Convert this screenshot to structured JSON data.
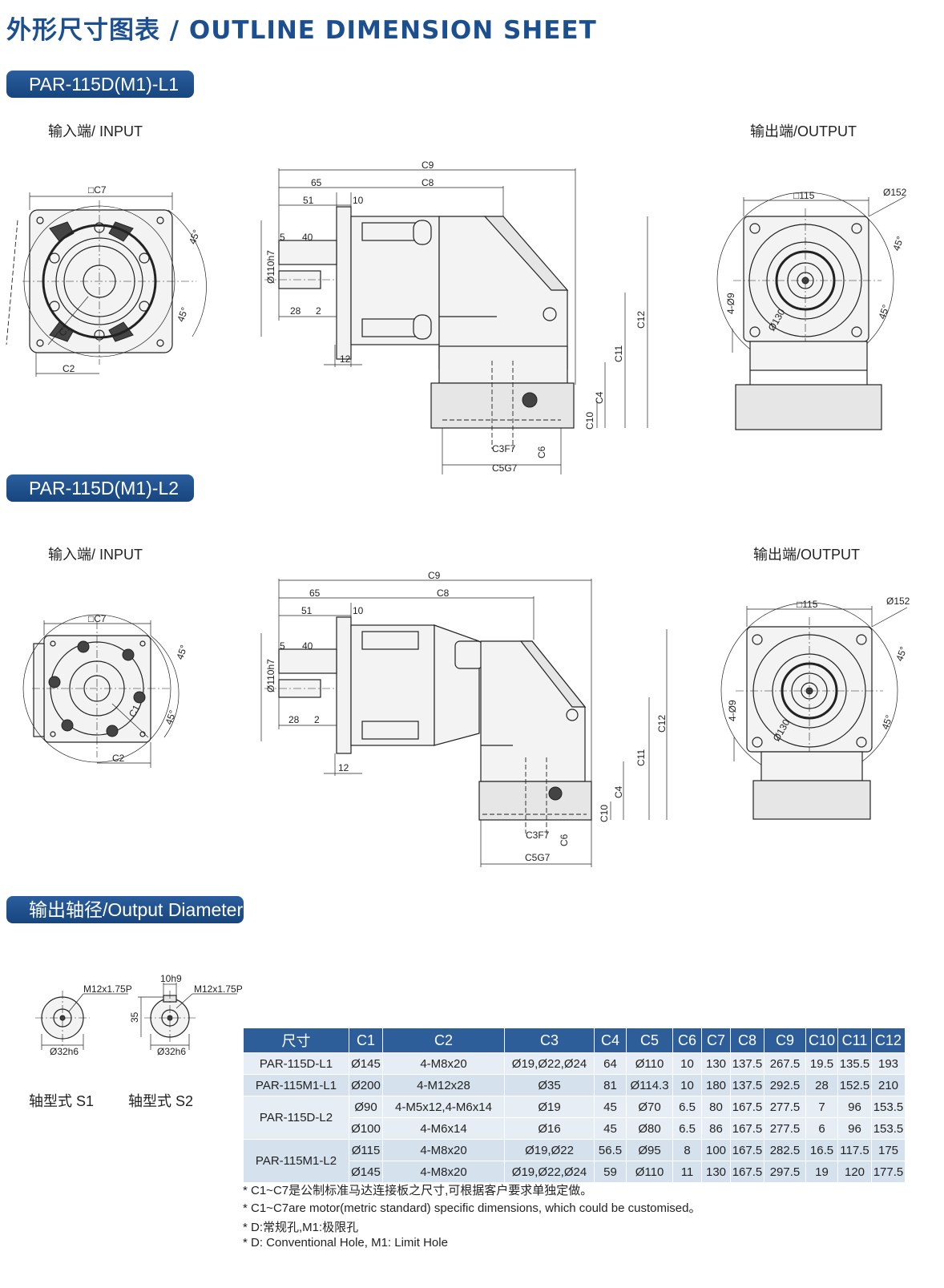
{
  "title": "外形尺寸图表 / OUTLINE DIMENSION SHEET",
  "sections": {
    "l1": {
      "label": "PAR-115D(M1)-L1",
      "input_label": "输入端/ INPUT",
      "output_label": "输出端/OUTPUT"
    },
    "l2": {
      "label": "PAR-115D(M1)-L2",
      "input_label": "输入端/ INPUT",
      "output_label": "输出端/OUTPUT"
    },
    "output_diameter": {
      "label": "输出轴径/Output Diameter"
    }
  },
  "drawing_labels": {
    "c7": "□C7",
    "c1": "C1",
    "c2": "C2",
    "deg45": "45°",
    "c9": "C9",
    "c8": "C8",
    "d65": "65",
    "d51": "51",
    "d10": "10",
    "d5": "5",
    "d40": "40",
    "d110": "Ø110h7",
    "d28": "28",
    "d2": "2",
    "d12": "12",
    "c12": "C12",
    "c11": "C11",
    "c4": "C4",
    "c10": "C10",
    "c3": "C3F7",
    "c6": "C6",
    "c5": "C5G7",
    "sq115": "□115",
    "d152": "Ø152",
    "holes": "4-Ø9",
    "d130": "Ø130"
  },
  "shafts": {
    "s1": {
      "thread": "M12x1.75P",
      "dia": "Ø32h6",
      "caption": "轴型式 S1"
    },
    "s2": {
      "thread": "M12x1.75P",
      "key": "10h9",
      "height": "35",
      "dia": "Ø32h6",
      "caption": "轴型式 S2"
    }
  },
  "table": {
    "headers": [
      "尺寸",
      "C1",
      "C2",
      "C3",
      "C4",
      "C5",
      "C6",
      "C7",
      "C8",
      "C9",
      "C10",
      "C11",
      "C12"
    ],
    "rows": [
      [
        "PAR-115D-L1",
        "Ø145",
        "4-M8x20",
        "Ø19,Ø22,Ø24",
        "64",
        "Ø110",
        "10",
        "130",
        "137.5",
        "267.5",
        "19.5",
        "135.5",
        "193"
      ],
      [
        "PAR-115M1-L1",
        "Ø200",
        "4-M12x28",
        "Ø35",
        "81",
        "Ø114.3",
        "10",
        "180",
        "137.5",
        "292.5",
        "28",
        "152.5",
        "210"
      ],
      [
        "PAR-115D-L2",
        "Ø90",
        "4-M5x12,4-M6x14",
        "Ø19",
        "45",
        "Ø70",
        "6.5",
        "80",
        "167.5",
        "277.5",
        "7",
        "96",
        "153.5"
      ],
      [
        "",
        "Ø100",
        "4-M6x14",
        "Ø16",
        "45",
        "Ø80",
        "6.5",
        "86",
        "167.5",
        "277.5",
        "6",
        "96",
        "153.5"
      ],
      [
        "PAR-115M1-L2",
        "Ø115",
        "4-M8x20",
        "Ø19,Ø22",
        "56.5",
        "Ø95",
        "8",
        "100",
        "167.5",
        "282.5",
        "16.5",
        "117.5",
        "175"
      ],
      [
        "",
        "Ø145",
        "4-M8x20",
        "Ø19,Ø22,Ø24",
        "59",
        "Ø110",
        "11",
        "130",
        "167.5",
        "297.5",
        "19",
        "120",
        "177.5"
      ]
    ]
  },
  "notes": [
    "* C1~C7是公制标准马达连接板之尺寸,可根据客户要求单独定做。",
    "* C1~C7are motor(metric standard)  specific dimensions, which could be customised。",
    "* D:常规孔,M1:极限孔",
    "* D: Conventional Hole, M1: Limit Hole"
  ]
}
